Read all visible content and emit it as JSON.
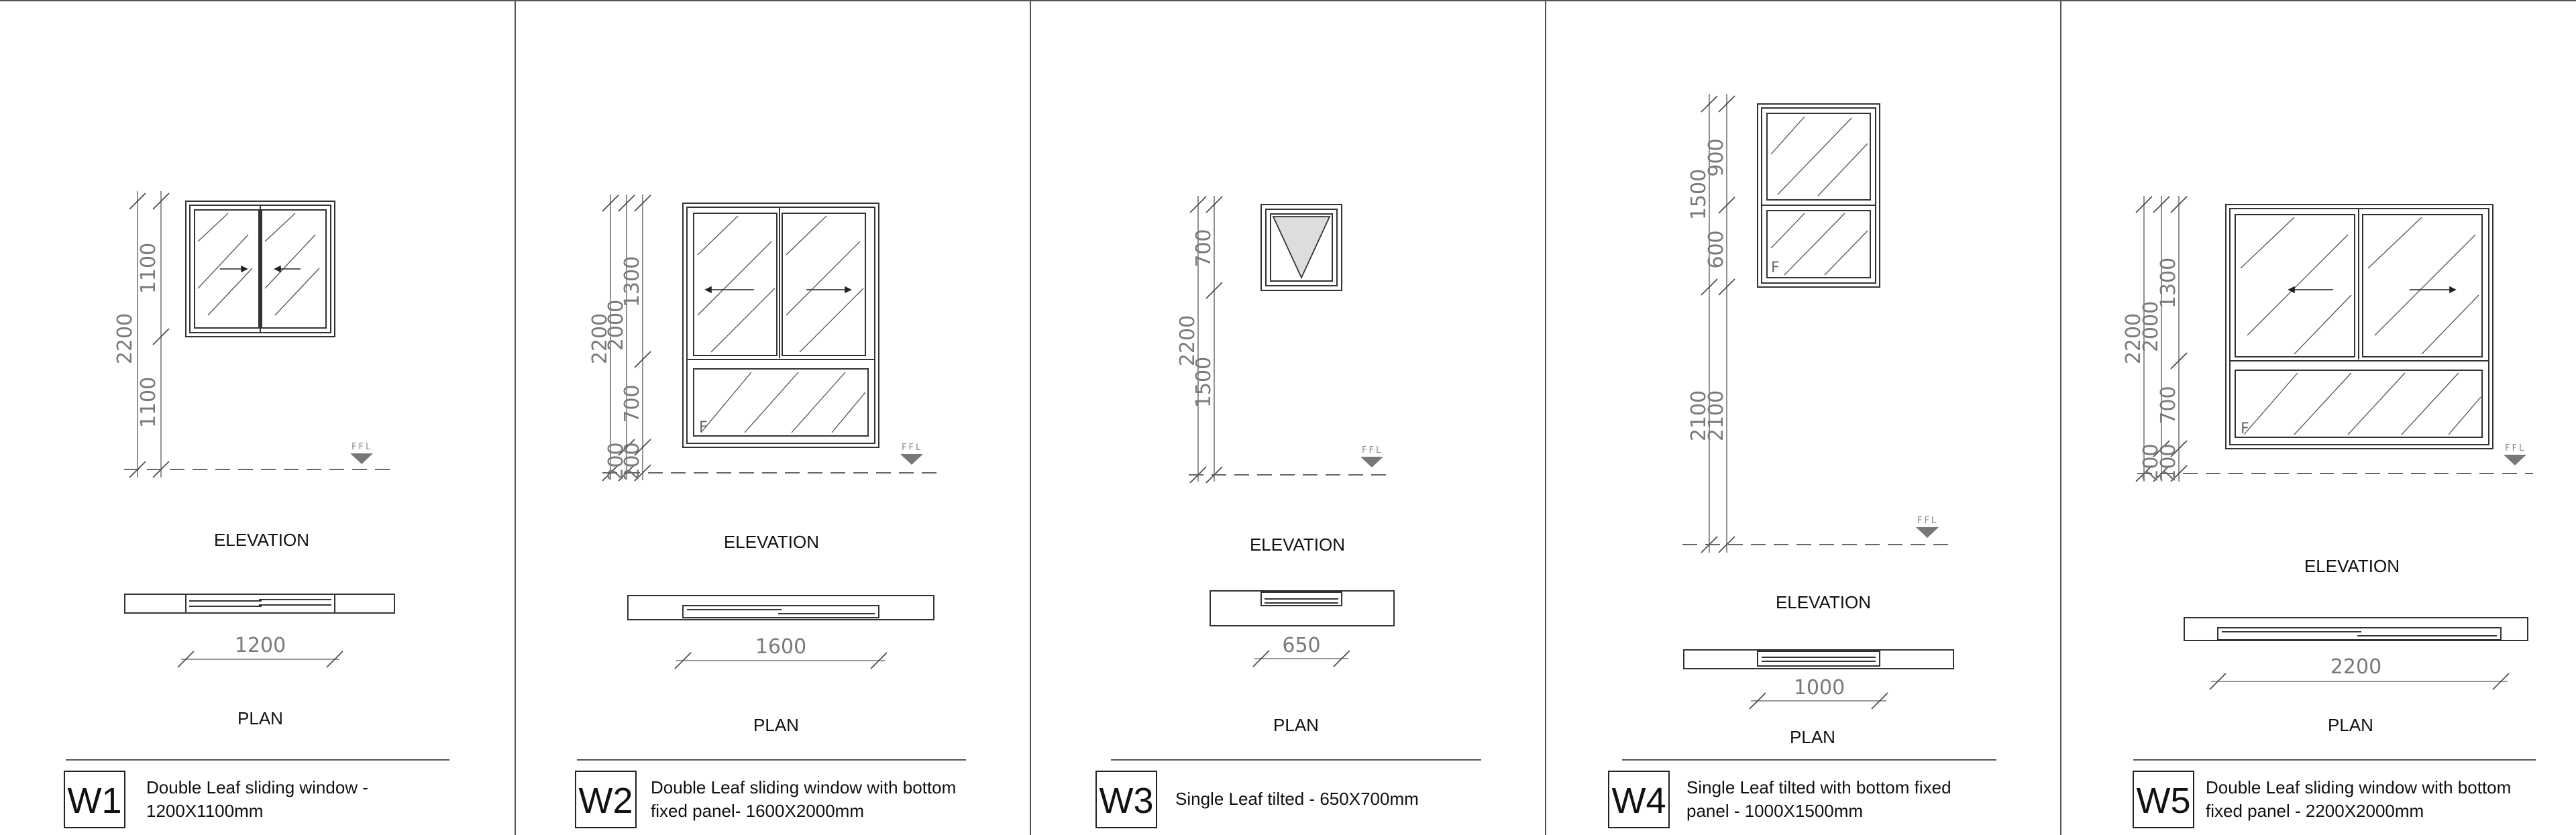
{
  "sheet": {
    "panels": [
      {
        "code": "W1",
        "desc_lines": [
          "Double Leaf sliding window -",
          "1200X1100mm"
        ],
        "elevation_label": "ELEVATION",
        "plan_label": "PLAN",
        "plan_width": "1200",
        "heights": {
          "total": "2200",
          "window": "1100",
          "sill": "1100"
        },
        "level_mark": "FFL"
      },
      {
        "code": "W2",
        "desc_lines": [
          "Double Leaf sliding window with bottom",
          "fixed panel- 1600X2000mm"
        ],
        "elevation_label": "ELEVATION",
        "plan_label": "PLAN",
        "plan_width": "1600",
        "heights": {
          "total": "2200",
          "window": "2000",
          "upper": "1300",
          "lower": "700",
          "sill_a": "200",
          "sill_b": "200"
        },
        "fixed_mark": "F",
        "level_mark": "FFL"
      },
      {
        "code": "W3",
        "desc_lines": [
          "Single Leaf tilted - 650X700mm"
        ],
        "elevation_label": "ELEVATION",
        "plan_label": "PLAN",
        "plan_width": "650",
        "heights": {
          "total": "2200",
          "window": "700",
          "sill": "1500"
        },
        "level_mark": "FFL"
      },
      {
        "code": "W4",
        "desc_lines": [
          "Single Leaf tilted with bottom fixed",
          "panel - 1000X1500mm"
        ],
        "elevation_label": "ELEVATION",
        "plan_label": "PLAN",
        "plan_width": "1000",
        "heights": {
          "window": "1500",
          "upper": "900",
          "lower": "600",
          "sill_a": "2100",
          "sill_b": "2100"
        },
        "fixed_mark": "F",
        "level_mark": "FFL"
      },
      {
        "code": "W5",
        "desc_lines": [
          "Double Leaf sliding window with bottom",
          "fixed panel - 2200X2000mm"
        ],
        "elevation_label": "ELEVATION",
        "plan_label": "PLAN",
        "plan_width": "2200",
        "heights": {
          "total": "2200",
          "window": "2000",
          "upper": "1300",
          "lower": "700",
          "sill_a": "200",
          "sill_b": "200"
        },
        "fixed_mark": "F",
        "level_mark": "FFL"
      }
    ]
  }
}
